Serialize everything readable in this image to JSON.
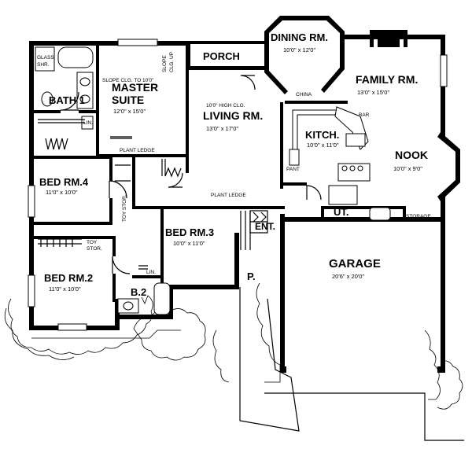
{
  "rooms": {
    "dining": {
      "name": "DINING RM.",
      "dims": "10'0\" x 12'0\""
    },
    "family": {
      "name": "FAMILY RM.",
      "dims": "13'0\" x 15'0\""
    },
    "master": {
      "name_line1": "MASTER",
      "name_line2": "SUITE",
      "dims": "12'0\" x 15'0\""
    },
    "porch": {
      "name": "PORCH"
    },
    "living": {
      "name": "LIVING RM.",
      "dims": "13'0\" x 17'0\""
    },
    "bath1": {
      "name": "BATH 1"
    },
    "kitchen": {
      "name": "KITCH.",
      "dims": "10'0\" x 11'0\""
    },
    "nook": {
      "name": "NOOK",
      "dims": "10'0\" x 9'0\""
    },
    "bed4": {
      "name": "BED RM.4",
      "dims": "11'0\" x 10'0\""
    },
    "bed3": {
      "name": "BED RM.3",
      "dims": "10'0\" x 11'0\""
    },
    "bed2": {
      "name": "BED RM.2",
      "dims": "11'0\" x 10'0\""
    },
    "garage": {
      "name": "GARAGE",
      "dims": "20'6\" x 20'0\""
    },
    "entry": {
      "name": "ENT."
    },
    "utility": {
      "name": "UT."
    },
    "bath2": {
      "name": "B.2"
    },
    "patio": {
      "name": "P."
    }
  },
  "notes": {
    "glass_shower_1": "GLASS",
    "glass_shower_2": "SHR.",
    "slope_clg": "SLOPE CLG. TO 10'0\"",
    "slope_clg_up_1": "SLOPE",
    "slope_clg_up_2": "CLG. UP",
    "high_clg": "10'0\" HIGH CLG.",
    "linen1": "LIN.",
    "linen2": "LIN.",
    "plant_ledge1": "PLANT LEDGE",
    "plant_ledge2": "PLANT LEDGE",
    "china": "CHINA",
    "bar": "BAR",
    "pantry": "PANT",
    "storage": "STORAGE",
    "toy_storage_1": "TOY",
    "toy_storage_2": "STOR.",
    "toy_storage_v": "TOY STOR."
  }
}
